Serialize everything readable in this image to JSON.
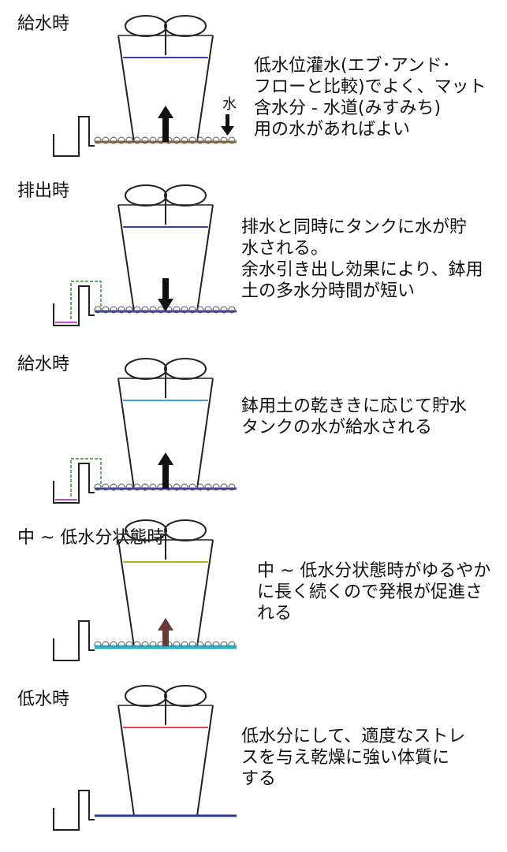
{
  "panels": [
    {
      "title": "給水時",
      "description": "低水位灌水(エブ･アンド･\nフローと比較)でよく、マット\n含水分 - 水道(みすみち)\n用の水があればよい",
      "tap_label": "水",
      "arrow": "up",
      "water_line_color": "#3b3bb8",
      "soil_color": "#8a6a3a",
      "tank": "high"
    },
    {
      "title": "排出時",
      "description": "排水と同時にタンクに水が貯\n水される。\n余水引き出し効果により、鉢用\n土の多水分時間が短い",
      "arrow": "down",
      "water_line_color": "#3b3bb8",
      "soil_color": "#3a4aa0",
      "tank": "draining"
    },
    {
      "title": "給水時",
      "description": "鉢用土の乾ききに応じて貯水\nタンクの水が給水される",
      "arrow": "up",
      "water_line_color": "#4a9ad8",
      "soil_color": "#3a4aa0",
      "tank": "draining"
    },
    {
      "title": "中 ~ 低水分状態時",
      "description": "中 ~ 低水分状態時がゆるやか\nに長く続くので発根が促進さ\nれる",
      "arrow": "up-small",
      "water_line_color": "#b8b81e",
      "soil_color": "#2fb0c8",
      "tank": "low"
    },
    {
      "title": "低水時",
      "description": "低水分にして、適度なストレ\nスを与え乾燥に強い体質に\nする",
      "arrow": "none",
      "water_line_color": "#d84a4a",
      "soil_color": "#2a3a90",
      "tank": "empty"
    }
  ]
}
